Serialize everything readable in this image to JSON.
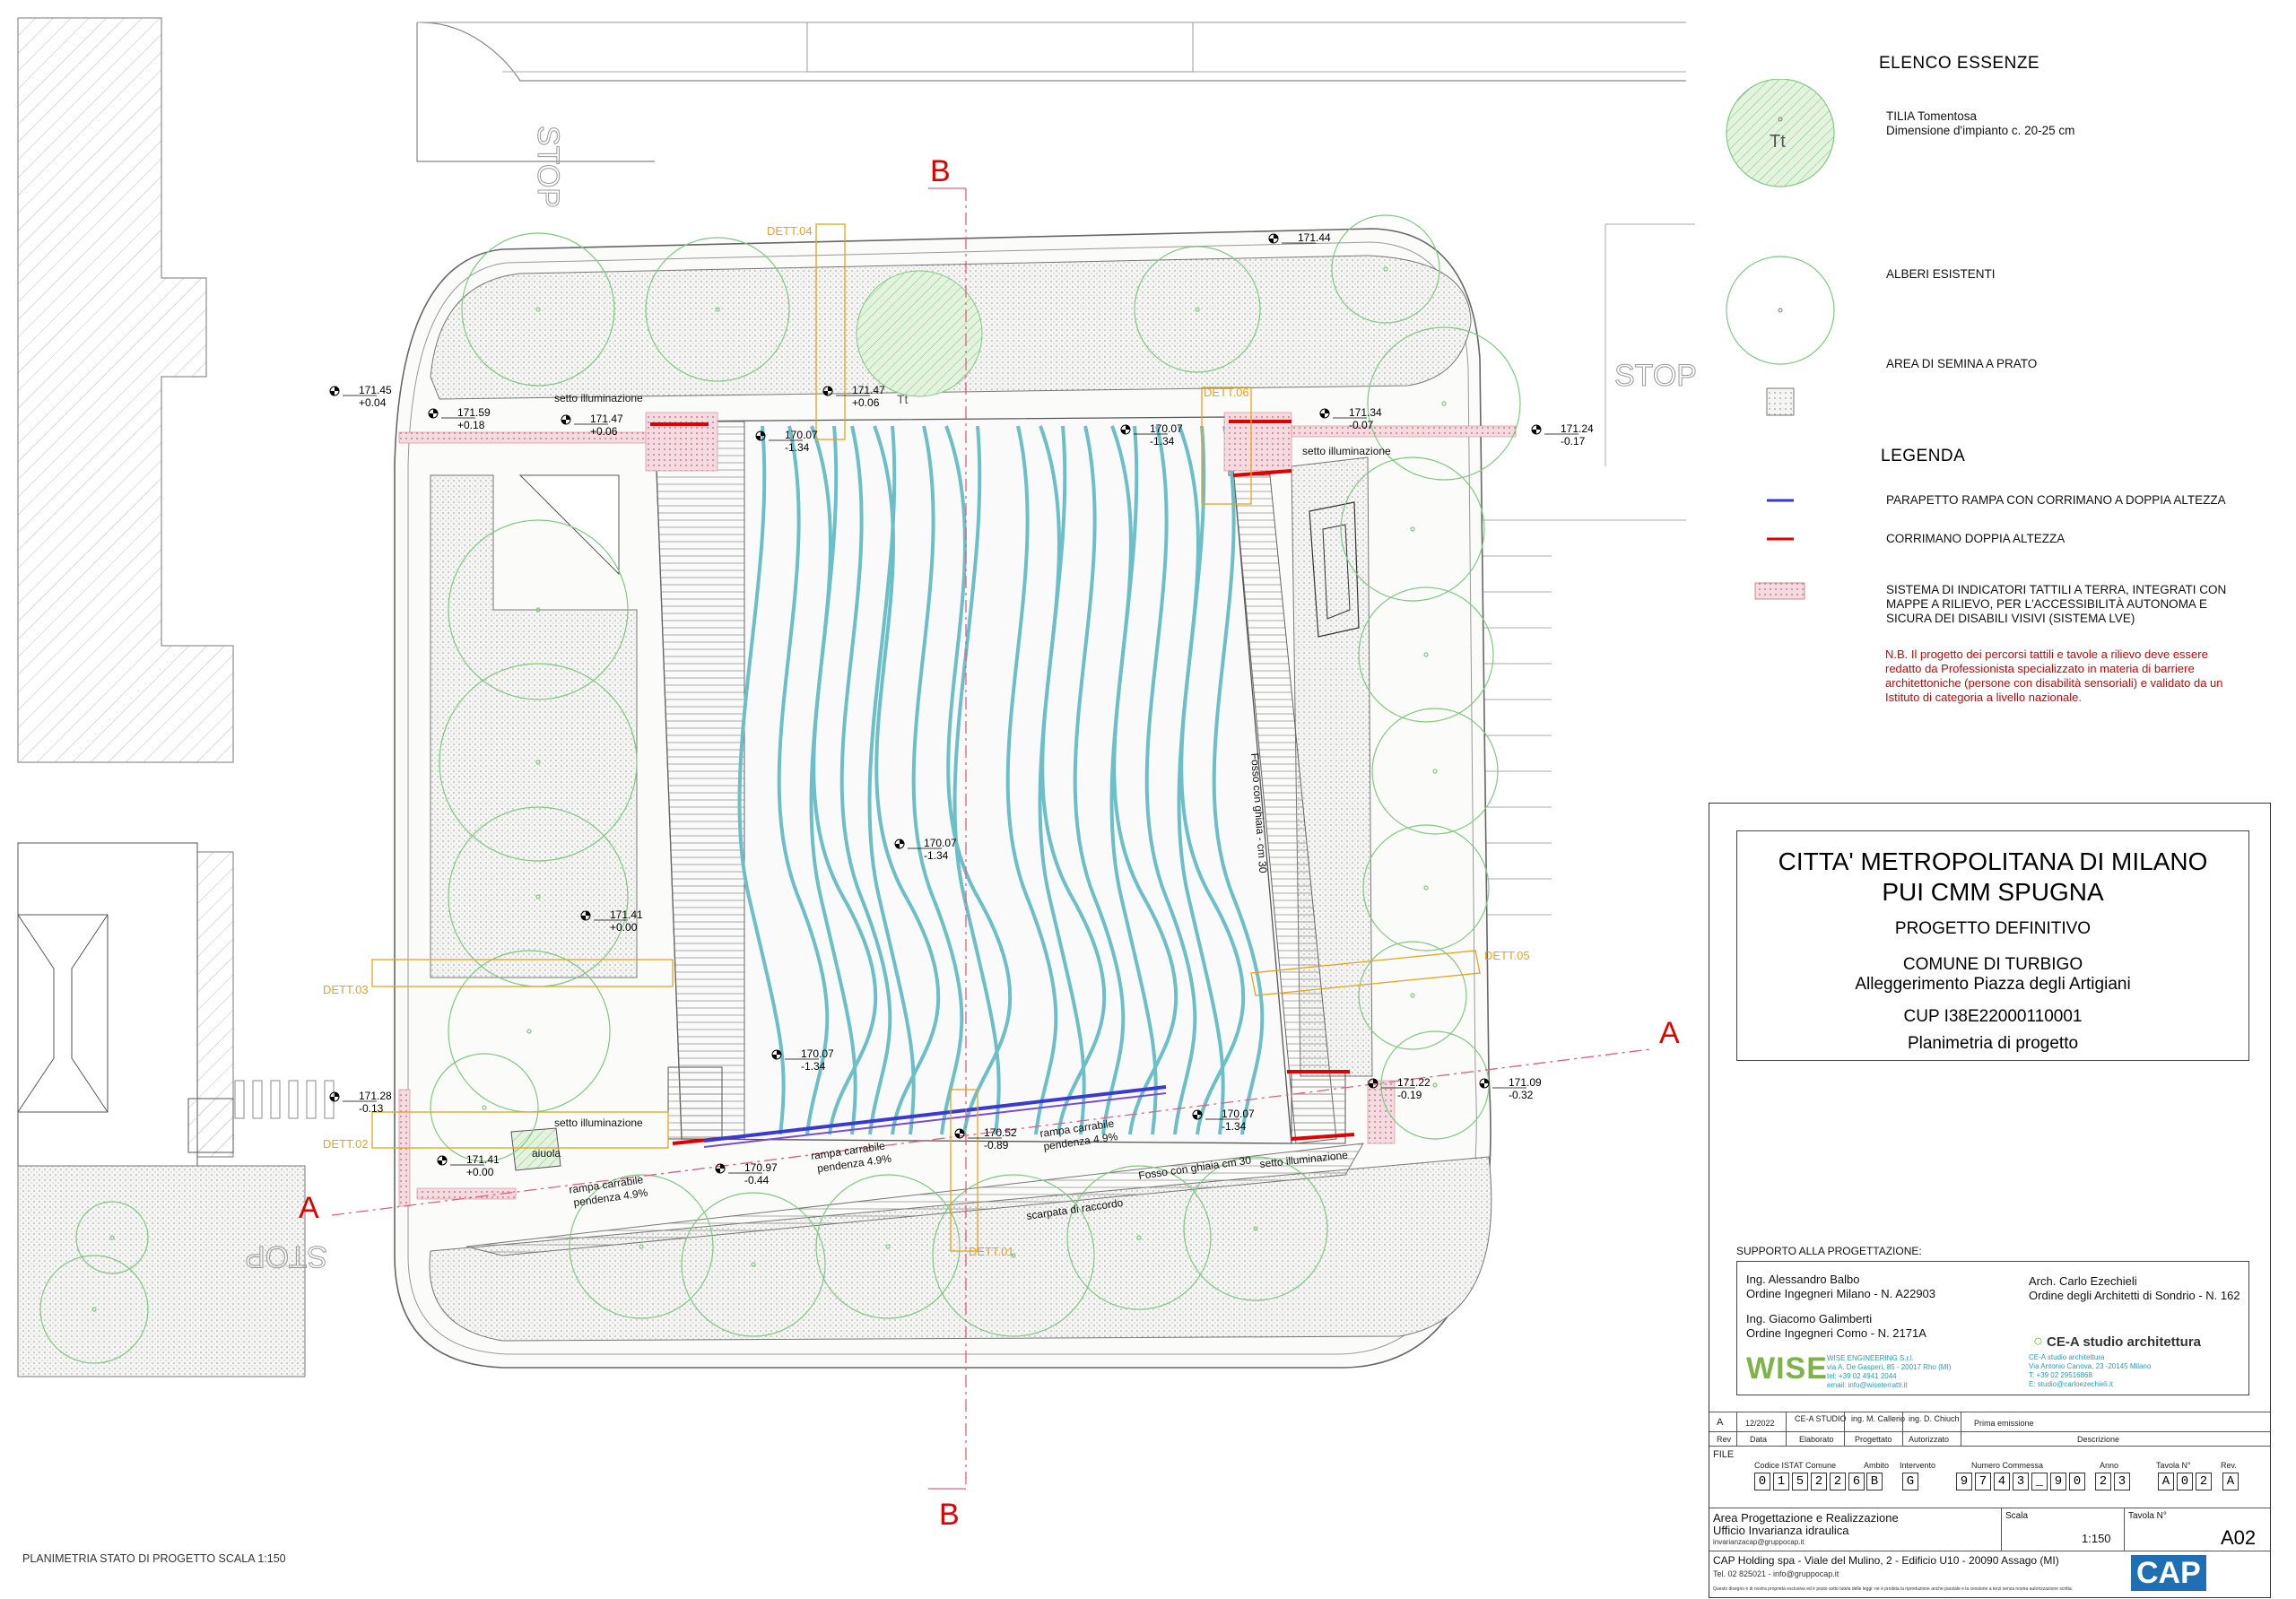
{
  "drawing": {
    "caption": "PLANIMETRIA STATO DI PROGETTO SCALA 1:150",
    "section_marks": [
      "B",
      "B",
      "A",
      "A"
    ],
    "detail_labels": [
      "DETT.04",
      "DETT.06",
      "DETT.03",
      "DETT.02",
      "DETT.05",
      "DETT.01"
    ],
    "road_text": [
      "STOP",
      "STOP",
      "STOP"
    ],
    "annotations": {
      "setto1": "setto illuminazione",
      "setto2": "setto illuminazione",
      "setto3": "setto illuminazione",
      "setto4": "setto illuminazione",
      "ramp1a": "rampa carrabile",
      "ramp1b": "pendenza 4.9%",
      "ramp2a": "rampa carrabile",
      "ramp2b": "pendenza 4.9%",
      "ramp3a": "rampa carrabile",
      "ramp3b": "pendenza 4.9%",
      "fosso1": "Fosso con ghiaia - cm 30",
      "fosso2": "Fosso con ghiaia cm 30",
      "scarpata": "scarpata di raccordo",
      "aiuola": "aiuola",
      "tt": "Tt"
    },
    "elevations": [
      {
        "a": "171.45",
        "b": "+0.04"
      },
      {
        "a": "171.59",
        "b": "+0.18"
      },
      {
        "a": "171.47",
        "b": "+0.06"
      },
      {
        "a": "171.47",
        "b": "+0.06"
      },
      {
        "a": "170.07",
        "b": "-1.34"
      },
      {
        "a": "170.07",
        "b": "-1.34"
      },
      {
        "a": "171.44",
        "b": ""
      },
      {
        "a": "171.34",
        "b": "-0.07"
      },
      {
        "a": "171.24",
        "b": "-0.17"
      },
      {
        "a": "170.07",
        "b": "-1.34"
      },
      {
        "a": "171.41",
        "b": "+0.00"
      },
      {
        "a": "170.07",
        "b": "-1.34"
      },
      {
        "a": "171.28",
        "b": "-0.13"
      },
      {
        "a": "171.41",
        "b": "+0.00"
      },
      {
        "a": "170.97",
        "b": "-0.44"
      },
      {
        "a": "170.52",
        "b": "-0.89"
      },
      {
        "a": "170.07",
        "b": "-1.34"
      },
      {
        "a": "171.22",
        "b": "-0.19"
      },
      {
        "a": "171.09",
        "b": "-0.32"
      }
    ]
  },
  "legend": {
    "species_title": "ELENCO ESSENZE",
    "tree_symbol": "Tt",
    "tree_name": "TILIA Tomentosa",
    "tree_dim": "Dimensione d'impianto c. 20-25 cm",
    "existing_trees": "ALBERI ESISTENTI",
    "lawn": "AREA DI SEMINA A PRATO",
    "legend_title": "LEGENDA",
    "parapet": "PARAPETTO RAMPA CON CORRIMANO A DOPPIA ALTEZZA",
    "handrail": "CORRIMANO DOPPIA ALTEZZA",
    "tactile_1": "SISTEMA DI INDICATORI TATTILI A TERRA, INTEGRATI CON",
    "tactile_2": "MAPPE A RILIEVO, PER L'ACCESSIBILITÀ AUTONOMA E",
    "tactile_3": "SICURA DEI DISABILI VISIVI (SISTEMA LVE)",
    "note_1": "N.B. Il progetto dei percorsi tattili e tavole a rilievo deve essere",
    "note_2": "redatto da Professionista specializzato in materia di barriere",
    "note_3": "architettoniche (persone con disabilità sensoriali) e validato da un",
    "note_4": "Istituto di categoria a livello nazionale.",
    "colors": {
      "parapet": "#3a3ad0",
      "handrail": "#e00000",
      "tree": "#4caf50",
      "detail": "#e8a317",
      "section": "#e00000",
      "water": "#6bbfc8"
    }
  },
  "title_block": {
    "line1": "CITTA' METROPOLITANA DI MILANO",
    "line2": "PUI CMM SPUGNA",
    "line3": "PROGETTO DEFINITIVO",
    "line4": "COMUNE DI TURBIGO",
    "line5": "Alleggerimento Piazza degli Artigiani",
    "line6": "CUP I38E22000110001",
    "line7": "Planimetria di progetto",
    "support_title": "SUPPORTO ALLA PROGETTAZIONE:",
    "eng1_name": "Ing. Alessandro Balbo",
    "eng1_reg": "Ordine Ingegneri Milano - N. A22903",
    "eng2_name": "Ing. Giacomo Galimberti",
    "eng2_reg": "Ordine Ingegneri Como - N. 2171A",
    "arch_name": "Arch. Carlo Ezechieli",
    "arch_reg": "Ordine degli Architetti di Sondrio - N. 162",
    "wise_logo": "WISE",
    "wise_info_1": "WISE ENGINEERING S.r.l.",
    "wise_info_2": "via A. De Gasperi, 85 - 20017 Rho (MI)",
    "wise_info_3": "tel: +39 02 4941 2044",
    "wise_info_4": "email: info@wiseterratti.it",
    "cea_logo": "CE-A studio architettura",
    "cea_info_1": "CE-A studio architettura",
    "cea_info_2": "Via Antonio Canova, 23 -20145 Milano",
    "cea_info_3": "T: +39 02 29516868",
    "cea_info_4": "E: studio@carloezechieli.it",
    "rev_row": {
      "rev": "A",
      "date": "12/2022",
      "by": "CE-A STUDIO",
      "proj": "ing. M. Callerio",
      "auth": "ing. D. Chiuch",
      "desc": "Prima emissione"
    },
    "rev_headers": {
      "rev": "Rev",
      "date": "Data",
      "by": "Elaborato",
      "proj": "Progettato",
      "auth": "Autorizzato",
      "desc": "Descrizione"
    },
    "file_label": "FILE",
    "code_headers": {
      "istat": "Codice ISTAT Comune",
      "ambito": "Ambito",
      "intervento": "Intervento",
      "commessa": "Numero Commessa",
      "anno": "Anno",
      "tavola": "Tavola N°",
      "rev": "Rev."
    },
    "code_values": {
      "istat": [
        "0",
        "1",
        "5",
        "2",
        "2",
        "6"
      ],
      "ambito": [
        "B"
      ],
      "intervento": [
        "G"
      ],
      "commessa": [
        "9",
        "7",
        "4",
        "3",
        "_",
        "9",
        "0"
      ],
      "anno": [
        "2",
        "3"
      ],
      "tavola": [
        "A",
        "0",
        "2"
      ],
      "rev": [
        "A"
      ]
    },
    "area_1": "Area Progettazione e Realizzazione",
    "area_2": "Ufficio Invarianza idraulica",
    "area_3": "invarianzacap@gruppocap.it",
    "scale_label": "Scala",
    "scale_value": "1:150",
    "tavola_label": "Tavola N°",
    "tavola_value": "A02",
    "company": "CAP Holding spa - Viale del Mulino, 2 - Edificio U10 - 20090 Assago (MI)",
    "company_tel": "Tel. 02 825021 - info@gruppocap.it",
    "disclaimer": "Questo disegno è di nostra proprietà esclusiva ed è posto sotto tutela delle leggi: ne è proibita la riproduzione anche parziale e la cessione a terzi senza nostra autorizzazione scritta.",
    "cap_logo": "CAP"
  }
}
